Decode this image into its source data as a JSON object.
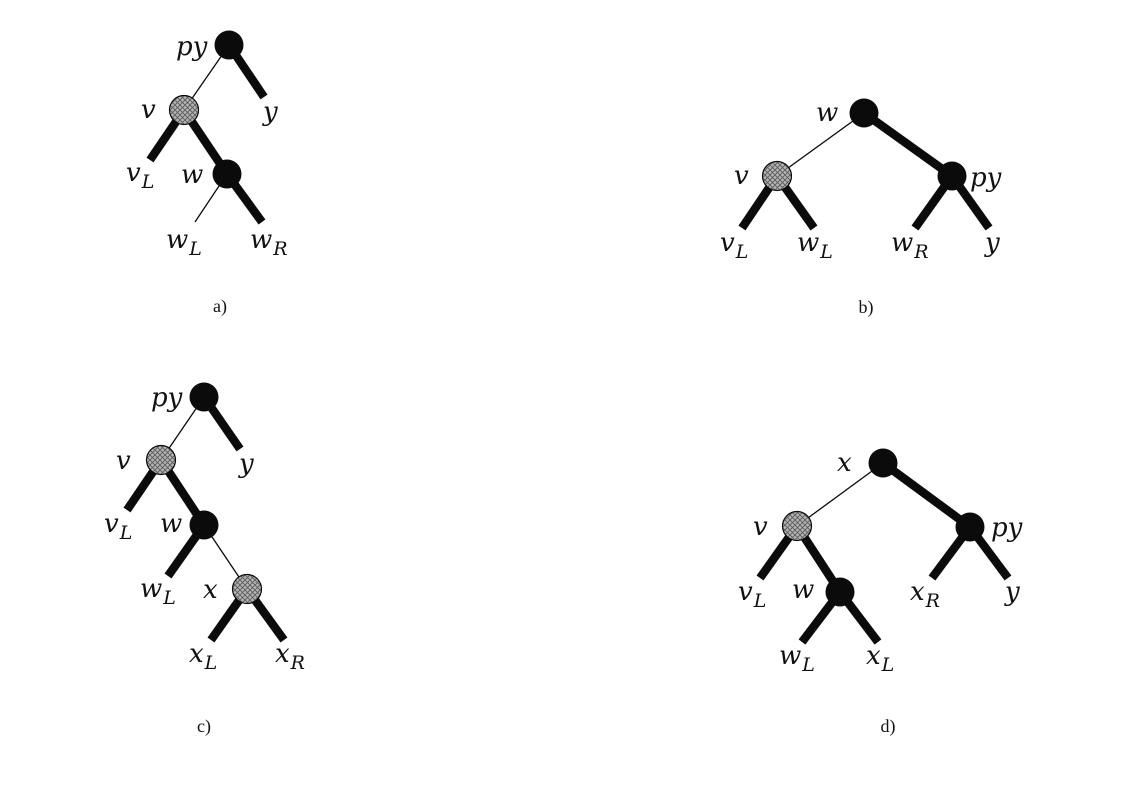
{
  "colors": {
    "black_node": "#0b0b0b",
    "gray_node": "#a9a9a9",
    "edge": "#0b0b0b"
  },
  "diagrams": [
    {
      "caption": "a)",
      "nodes": [
        {
          "id": "py",
          "text": "py",
          "sub": "",
          "kind": "black"
        },
        {
          "id": "y",
          "text": "y",
          "sub": "",
          "kind": "leaf"
        },
        {
          "id": "v",
          "text": "v",
          "sub": "",
          "kind": "gray"
        },
        {
          "id": "vL",
          "text": "v",
          "sub": "L",
          "kind": "leaf"
        },
        {
          "id": "w",
          "text": "w",
          "sub": "",
          "kind": "black"
        },
        {
          "id": "wL",
          "text": "w",
          "sub": "L",
          "kind": "leaf"
        },
        {
          "id": "wR",
          "text": "w",
          "sub": "R",
          "kind": "leaf"
        }
      ],
      "edges": [
        {
          "from": "py",
          "to": "v",
          "weight": "thin"
        },
        {
          "from": "py",
          "to": "y",
          "weight": "thick"
        },
        {
          "from": "v",
          "to": "vL",
          "weight": "thick"
        },
        {
          "from": "v",
          "to": "w",
          "weight": "thick"
        },
        {
          "from": "w",
          "to": "wL",
          "weight": "thin"
        },
        {
          "from": "w",
          "to": "wR",
          "weight": "thick"
        }
      ]
    },
    {
      "caption": "b)",
      "nodes": [
        {
          "id": "w",
          "text": "w",
          "sub": "",
          "kind": "black"
        },
        {
          "id": "v",
          "text": "v",
          "sub": "",
          "kind": "gray"
        },
        {
          "id": "py",
          "text": "py",
          "sub": "",
          "kind": "black"
        },
        {
          "id": "vL",
          "text": "v",
          "sub": "L",
          "kind": "leaf"
        },
        {
          "id": "wL",
          "text": "w",
          "sub": "L",
          "kind": "leaf"
        },
        {
          "id": "wR",
          "text": "w",
          "sub": "R",
          "kind": "leaf"
        },
        {
          "id": "y",
          "text": "y",
          "sub": "",
          "kind": "leaf"
        }
      ],
      "edges": [
        {
          "from": "w",
          "to": "v",
          "weight": "thin"
        },
        {
          "from": "w",
          "to": "py",
          "weight": "thick"
        },
        {
          "from": "v",
          "to": "vL",
          "weight": "thick"
        },
        {
          "from": "v",
          "to": "wL",
          "weight": "thick"
        },
        {
          "from": "py",
          "to": "wR",
          "weight": "thick"
        },
        {
          "from": "py",
          "to": "y",
          "weight": "thick"
        }
      ]
    },
    {
      "caption": "c)",
      "nodes": [
        {
          "id": "py",
          "text": "py",
          "sub": "",
          "kind": "black"
        },
        {
          "id": "y",
          "text": "y",
          "sub": "",
          "kind": "leaf"
        },
        {
          "id": "v",
          "text": "v",
          "sub": "",
          "kind": "gray"
        },
        {
          "id": "vL",
          "text": "v",
          "sub": "L",
          "kind": "leaf"
        },
        {
          "id": "w",
          "text": "w",
          "sub": "",
          "kind": "black"
        },
        {
          "id": "wL",
          "text": "w",
          "sub": "L",
          "kind": "leaf"
        },
        {
          "id": "x",
          "text": "x",
          "sub": "",
          "kind": "gray"
        },
        {
          "id": "xL",
          "text": "x",
          "sub": "L",
          "kind": "leaf"
        },
        {
          "id": "xR",
          "text": "x",
          "sub": "R",
          "kind": "leaf"
        }
      ],
      "edges": [
        {
          "from": "py",
          "to": "v",
          "weight": "thin"
        },
        {
          "from": "py",
          "to": "y",
          "weight": "thick"
        },
        {
          "from": "v",
          "to": "vL",
          "weight": "thick"
        },
        {
          "from": "v",
          "to": "w",
          "weight": "thick"
        },
        {
          "from": "w",
          "to": "wL",
          "weight": "thick"
        },
        {
          "from": "w",
          "to": "x",
          "weight": "thin"
        },
        {
          "from": "x",
          "to": "xL",
          "weight": "thick"
        },
        {
          "from": "x",
          "to": "xR",
          "weight": "thick"
        }
      ]
    },
    {
      "caption": "d)",
      "nodes": [
        {
          "id": "x",
          "text": "x",
          "sub": "",
          "kind": "black"
        },
        {
          "id": "v",
          "text": "v",
          "sub": "",
          "kind": "gray"
        },
        {
          "id": "py",
          "text": "py",
          "sub": "",
          "kind": "black"
        },
        {
          "id": "vL",
          "text": "v",
          "sub": "L",
          "kind": "leaf"
        },
        {
          "id": "w",
          "text": "w",
          "sub": "",
          "kind": "black"
        },
        {
          "id": "wL",
          "text": "w",
          "sub": "L",
          "kind": "leaf"
        },
        {
          "id": "xL",
          "text": "x",
          "sub": "L",
          "kind": "leaf"
        },
        {
          "id": "xR",
          "text": "x",
          "sub": "R",
          "kind": "leaf"
        },
        {
          "id": "y",
          "text": "y",
          "sub": "",
          "kind": "leaf"
        }
      ],
      "edges": [
        {
          "from": "x",
          "to": "v",
          "weight": "thin"
        },
        {
          "from": "x",
          "to": "py",
          "weight": "thick"
        },
        {
          "from": "v",
          "to": "vL",
          "weight": "thick"
        },
        {
          "from": "v",
          "to": "w",
          "weight": "thick"
        },
        {
          "from": "w",
          "to": "wL",
          "weight": "thick"
        },
        {
          "from": "w",
          "to": "xL",
          "weight": "thick"
        },
        {
          "from": "py",
          "to": "xR",
          "weight": "thick"
        },
        {
          "from": "py",
          "to": "y",
          "weight": "thick"
        }
      ]
    }
  ]
}
